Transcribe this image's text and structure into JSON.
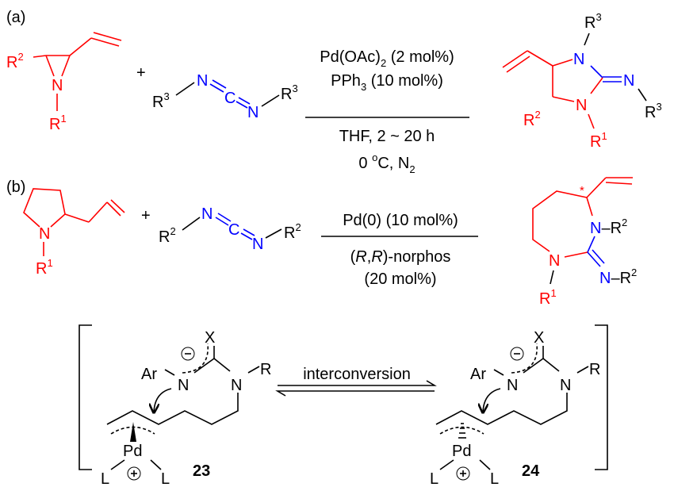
{
  "panel_a": {
    "label": "(a)",
    "reagent1": {
      "R2": "R",
      "R2_sup": "2",
      "N": "N",
      "R1": "R",
      "R1_sup": "1"
    },
    "plus": "+",
    "reagent2": {
      "R3": "R",
      "R3_sup": "3",
      "N1": "N",
      "C": "C",
      "N2": "N"
    },
    "conditions": [
      "Pd(OAc)",
      "2",
      " (2 mol%)",
      "PPh",
      "3",
      " (10 mol%)",
      "THF, 2 ~ 20 h",
      "0 ",
      "o",
      "C, N",
      "2"
    ],
    "product": {
      "N": "N",
      "R": "R",
      "sup3": "3",
      "sup2": "2",
      "sup1": "1"
    }
  },
  "panel_b": {
    "label": "(b)",
    "plus": "+",
    "conditions": {
      "line1": "Pd(0) (10 mol%)",
      "line2_a": "(",
      "line2_R1": "R",
      "line2_comma": ",",
      "line2_R2": "R",
      "line2_b": ")-norphos",
      "line3": "(20 mol%)"
    },
    "product": {
      "star": "*",
      "NR2": "N–R",
      "sup2": "2",
      "N": "N",
      "R": "R",
      "sup1": "1"
    }
  },
  "mechanism": {
    "X": "X",
    "Ar": "Ar",
    "N": "N",
    "R": "R",
    "Pd": "Pd",
    "L": "L",
    "arrow_label": "interconversion",
    "compound_23": "23",
    "compound_24": "24"
  }
}
